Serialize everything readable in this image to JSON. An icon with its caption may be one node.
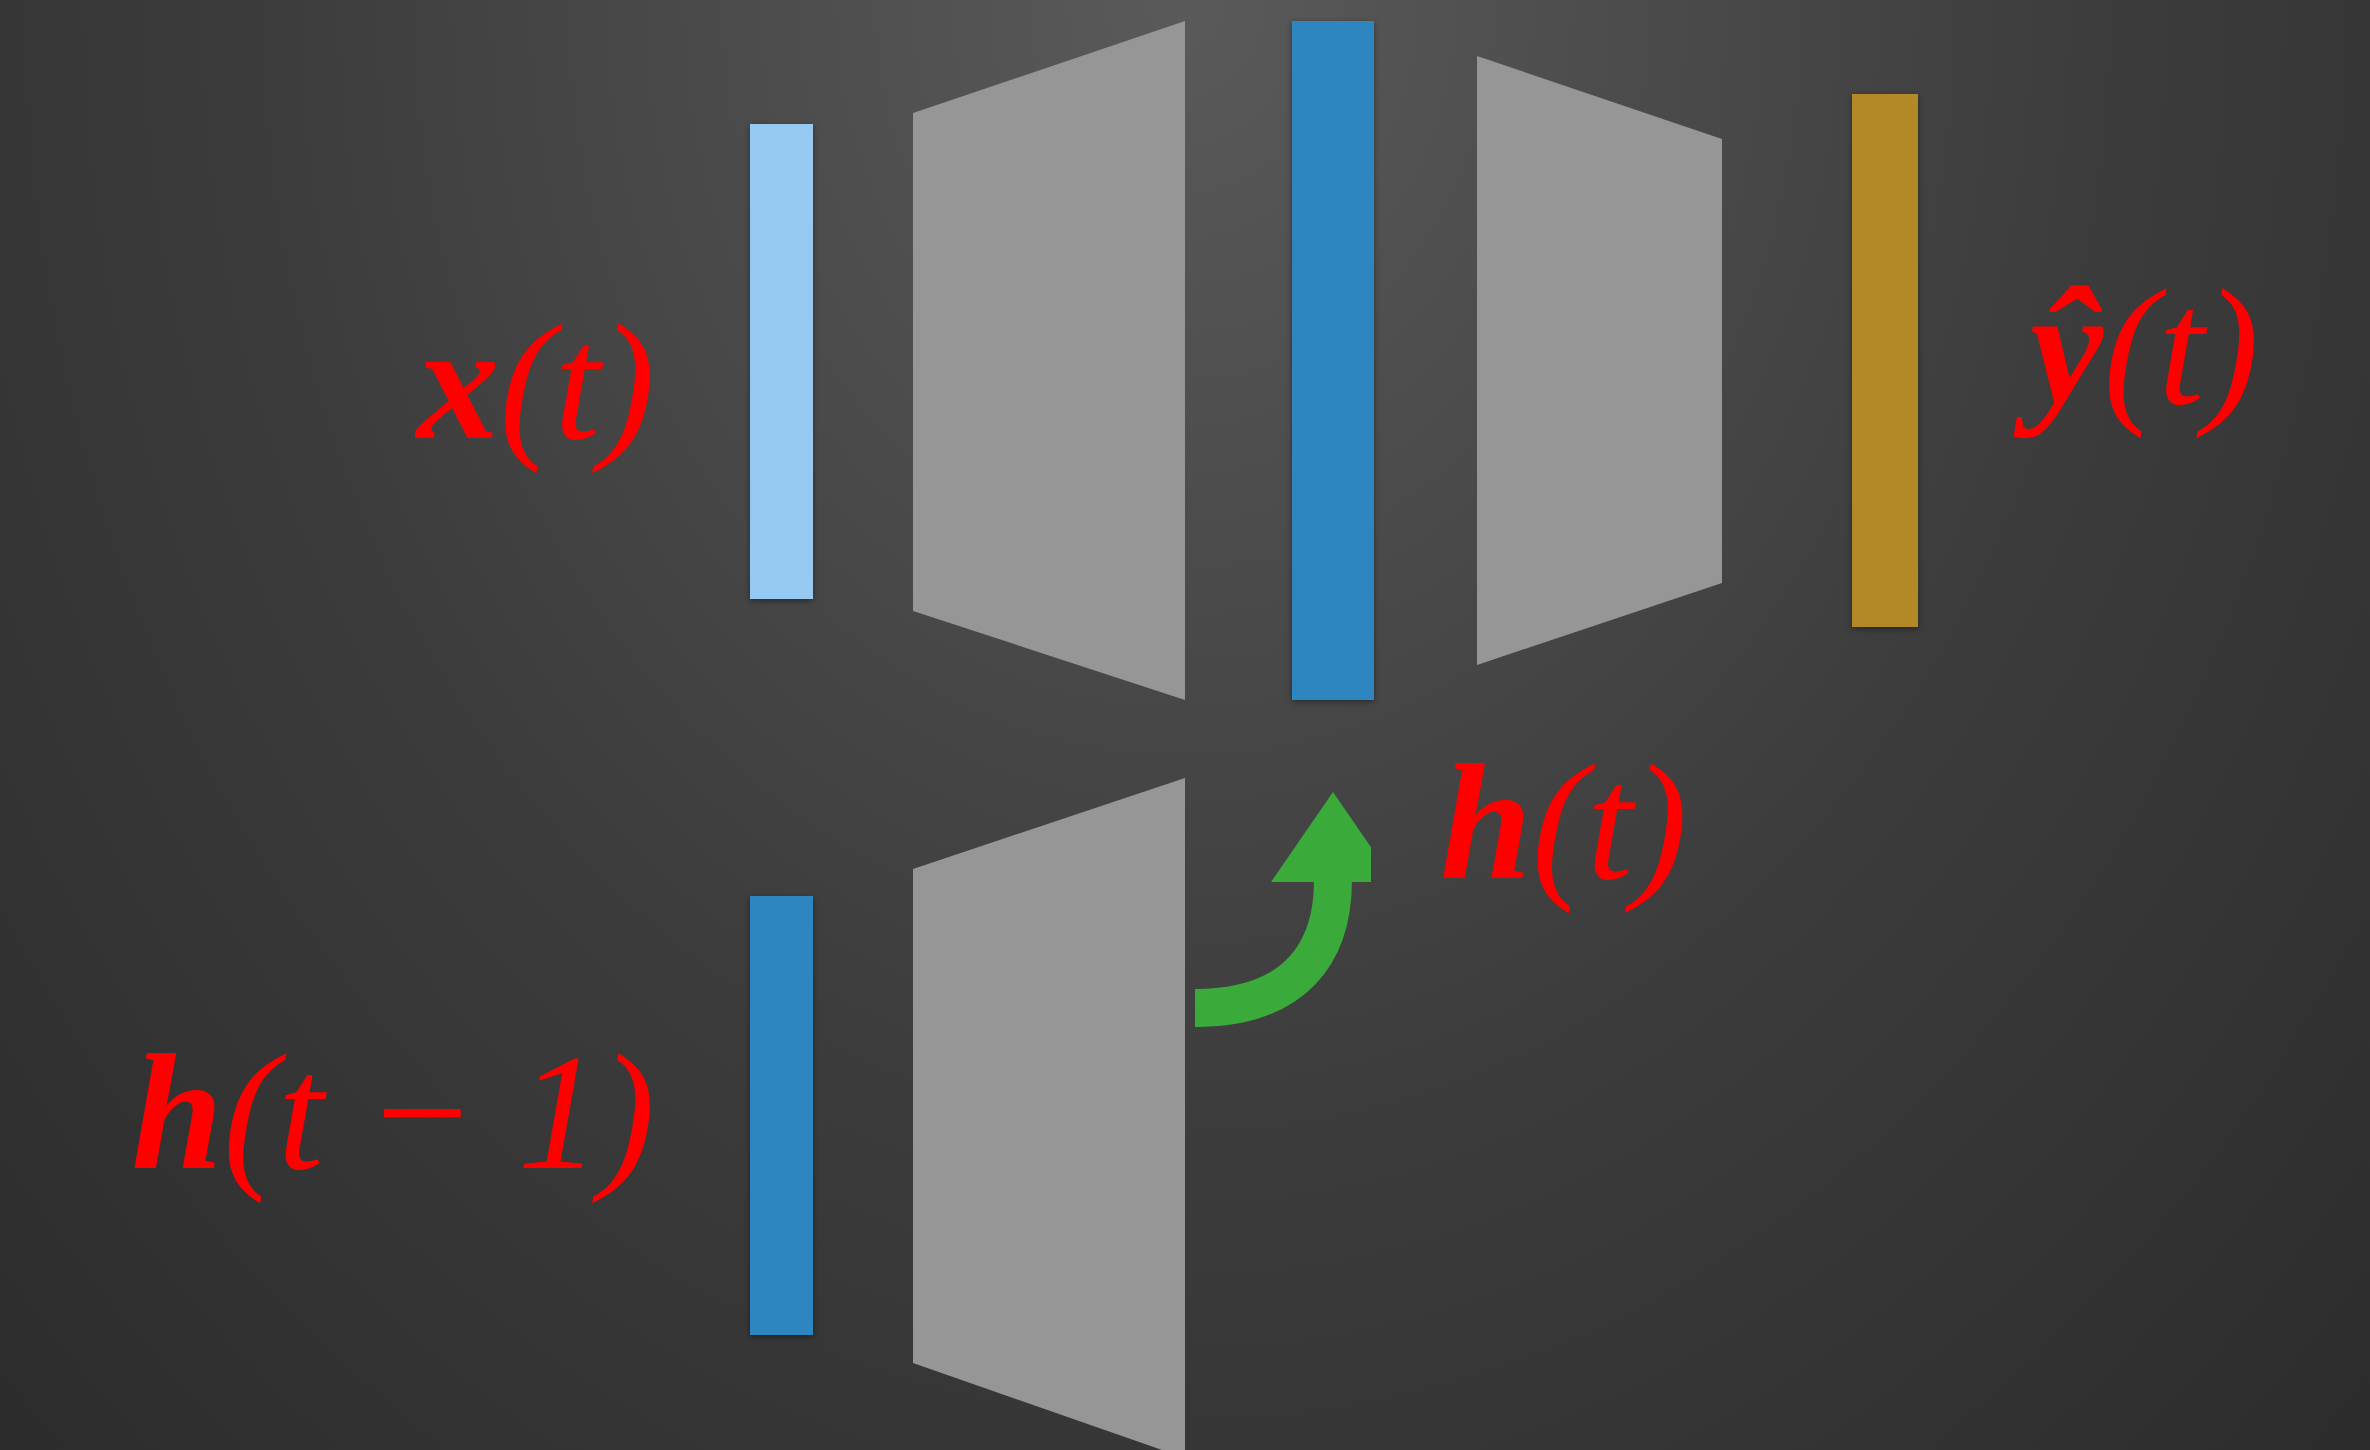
{
  "diagram": {
    "nodes": [
      {
        "text": [],
        "shape": "bar",
        "beside": [
          "**x**(t)"
        ]
      },
      {
        "text": [],
        "shape": "trapezoid"
      },
      {
        "text": [],
        "shape": "bar",
        "beside": [
          "**h**(t)"
        ]
      },
      {
        "text": [],
        "shape": "trapezoid"
      },
      {
        "text": [],
        "shape": "bar",
        "beside": [
          "**ŷ**(t)"
        ]
      },
      {
        "text": [],
        "shape": "bar",
        "beside": [
          "**h**(t − 1)"
        ]
      },
      {
        "text": [],
        "shape": "trapezoid"
      }
    ],
    "edges": [
      {
        "from": 6,
        "to": 2,
        "arrow": "to",
        "color": "#3aaa3a"
      }
    ]
  }
}
